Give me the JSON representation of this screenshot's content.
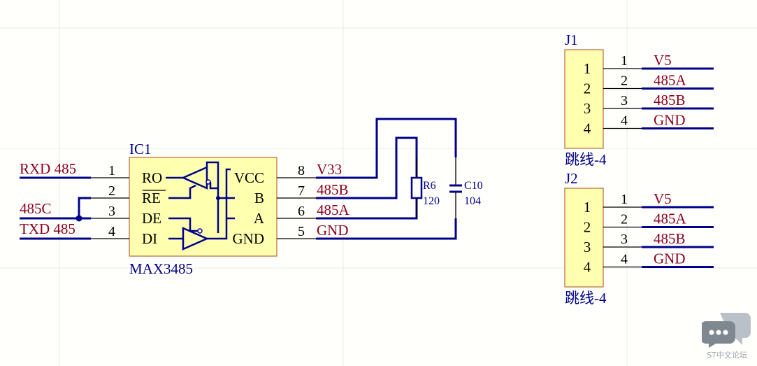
{
  "colors": {
    "background": "#fffffb",
    "grid": "#ebebeb",
    "wire": "#00008b",
    "body_fill": "#ffffb0",
    "body_stroke": "#a84a1e",
    "pin_line": "#000000",
    "net_label": "#8b0020",
    "designator": "#00008b",
    "pin_text": "#000000",
    "watermark": "#9aa3ab"
  },
  "ic1": {
    "designator": "IC1",
    "part": "MAX3485",
    "pins_left": [
      {
        "num": "1",
        "name": "RO"
      },
      {
        "num": "2",
        "name": "RE"
      },
      {
        "num": "3",
        "name": "DE"
      },
      {
        "num": "4",
        "name": "DI"
      }
    ],
    "pins_right": [
      {
        "num": "8",
        "name": "VCC"
      },
      {
        "num": "7",
        "name": "B"
      },
      {
        "num": "6",
        "name": "A"
      },
      {
        "num": "5",
        "name": "GND"
      }
    ],
    "nets_left": [
      "RXD_485",
      "",
      "485C",
      "TXD_485"
    ],
    "nets_right": [
      "V33",
      "485B",
      "485A",
      "GND"
    ]
  },
  "r6": {
    "designator": "R6",
    "value": "120"
  },
  "c10": {
    "designator": "C10",
    "value": "104"
  },
  "connectors": [
    {
      "designator": "J1",
      "part": "跳线-4",
      "pins": [
        "1",
        "2",
        "3",
        "4"
      ],
      "nets": [
        "V5",
        "485A",
        "485B",
        "GND"
      ]
    },
    {
      "designator": "J2",
      "part": "跳线-4",
      "pins": [
        "1",
        "2",
        "3",
        "4"
      ],
      "nets": [
        "V5",
        "485A",
        "485B",
        "GND"
      ]
    }
  ],
  "watermark": {
    "text": "ST中文论坛",
    "icon": "chat-bubbles-icon"
  }
}
